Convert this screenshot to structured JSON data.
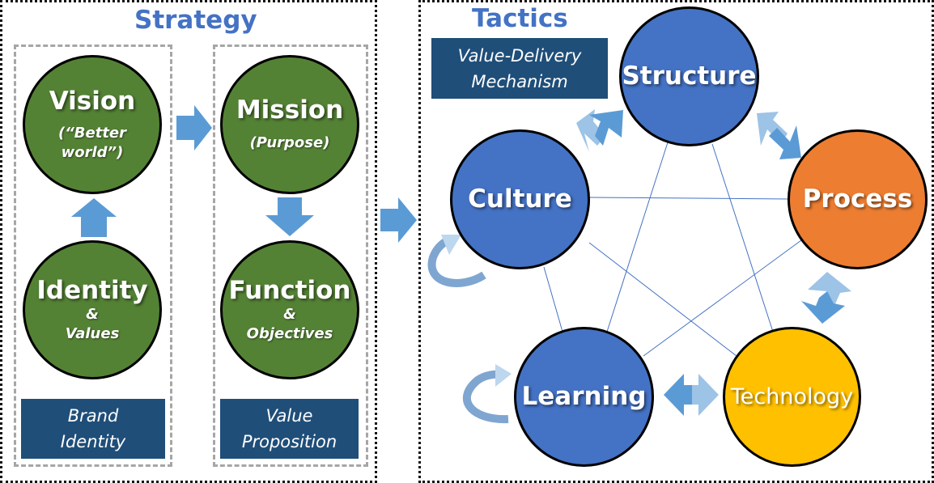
{
  "strategy": {
    "title": "Strategy",
    "vision": {
      "title": "Vision",
      "sub": "(“Better world”)"
    },
    "identity": {
      "title": "Identity",
      "amp": "&",
      "sub": "Values"
    },
    "mission": {
      "title": "Mission",
      "sub": "(Purpose)"
    },
    "function": {
      "title": "Function",
      "amp": "&",
      "sub": "Objectives"
    },
    "brand_box": {
      "line1": "Brand",
      "line2": "Identity"
    },
    "value_box": {
      "line1": "Value",
      "line2": "Proposition"
    }
  },
  "tactics": {
    "title": "Tactics",
    "mechanism_box": {
      "line1": "Value-Delivery",
      "line2": "Mechanism"
    },
    "nodes": {
      "structure": "Structure",
      "process": "Process",
      "technology": "Technology",
      "learning": "Learning",
      "culture": "Culture"
    }
  },
  "colors": {
    "green": "#548235",
    "blue": "#4472c4",
    "orange": "#ed7d31",
    "yellow": "#ffc000",
    "navy": "#1f4e79",
    "arrow": "#5b9bd5",
    "title": "#4472c4"
  }
}
